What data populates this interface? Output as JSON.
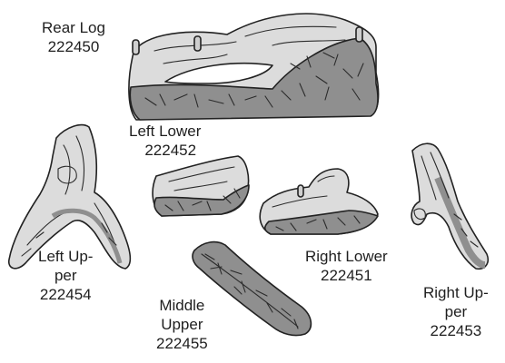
{
  "colors": {
    "bark_light": "#dcdcdc",
    "char_dark": "#8f8f8f",
    "outline": "#222222",
    "text": "#1f1f1f"
  },
  "parts": [
    {
      "id": "rear-log",
      "name_lines": [
        "Rear Log"
      ],
      "number": "222450"
    },
    {
      "id": "left-lower",
      "name_lines": [
        "Left Lower"
      ],
      "number": "222452"
    },
    {
      "id": "left-upper",
      "name_lines": [
        "Left Up-",
        "per"
      ],
      "number": "222454"
    },
    {
      "id": "middle-upper",
      "name_lines": [
        "Middle",
        "Upper"
      ],
      "number": "222455"
    },
    {
      "id": "right-lower",
      "name_lines": [
        "Right Lower"
      ],
      "number": "222451"
    },
    {
      "id": "right-upper",
      "name_lines": [
        "Right Up-",
        "per"
      ],
      "number": "222453"
    }
  ]
}
